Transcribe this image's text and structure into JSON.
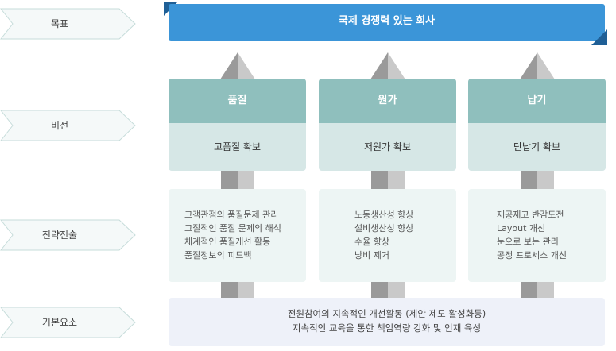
{
  "left_labels": [
    "목표",
    "비전",
    "전략전술",
    "기본요소"
  ],
  "goal": {
    "title": "국제 경쟁력 있는 회사"
  },
  "visions": [
    {
      "title": "품질",
      "subtitle": "고품질 확보"
    },
    {
      "title": "원가",
      "subtitle": "저원가 확보"
    },
    {
      "title": "납기",
      "subtitle": "단납기 확보"
    }
  ],
  "strategies": [
    [
      "고객관점의 품질문제 관리",
      "고질적인 품질 문제의 해석",
      "체계적인 품질개선 활동",
      "품질정보의 피드백"
    ],
    [
      "노동생산성 향상",
      "설비생산성 향상",
      "수율 향상",
      "낭비 제거"
    ],
    [
      "재공재고 반감도전",
      "Layout 개선",
      "눈으로 보는 관리",
      "공정 프로세스 개선"
    ]
  ],
  "base": {
    "lines": [
      "전원참여의 지속적인 개선활동 (제안 제도 활성화등)",
      "지속적인 교육을 통한 책임역량 강화 및 인재 육성"
    ]
  },
  "colors": {
    "goal": "#3b95d8",
    "goal_fold": "#1f5f96",
    "vision_head": "#8fbfbd",
    "vision_body": "#d6e7e6",
    "strategy_bg": "#edf5f4",
    "base_bg": "#eef1f9"
  }
}
